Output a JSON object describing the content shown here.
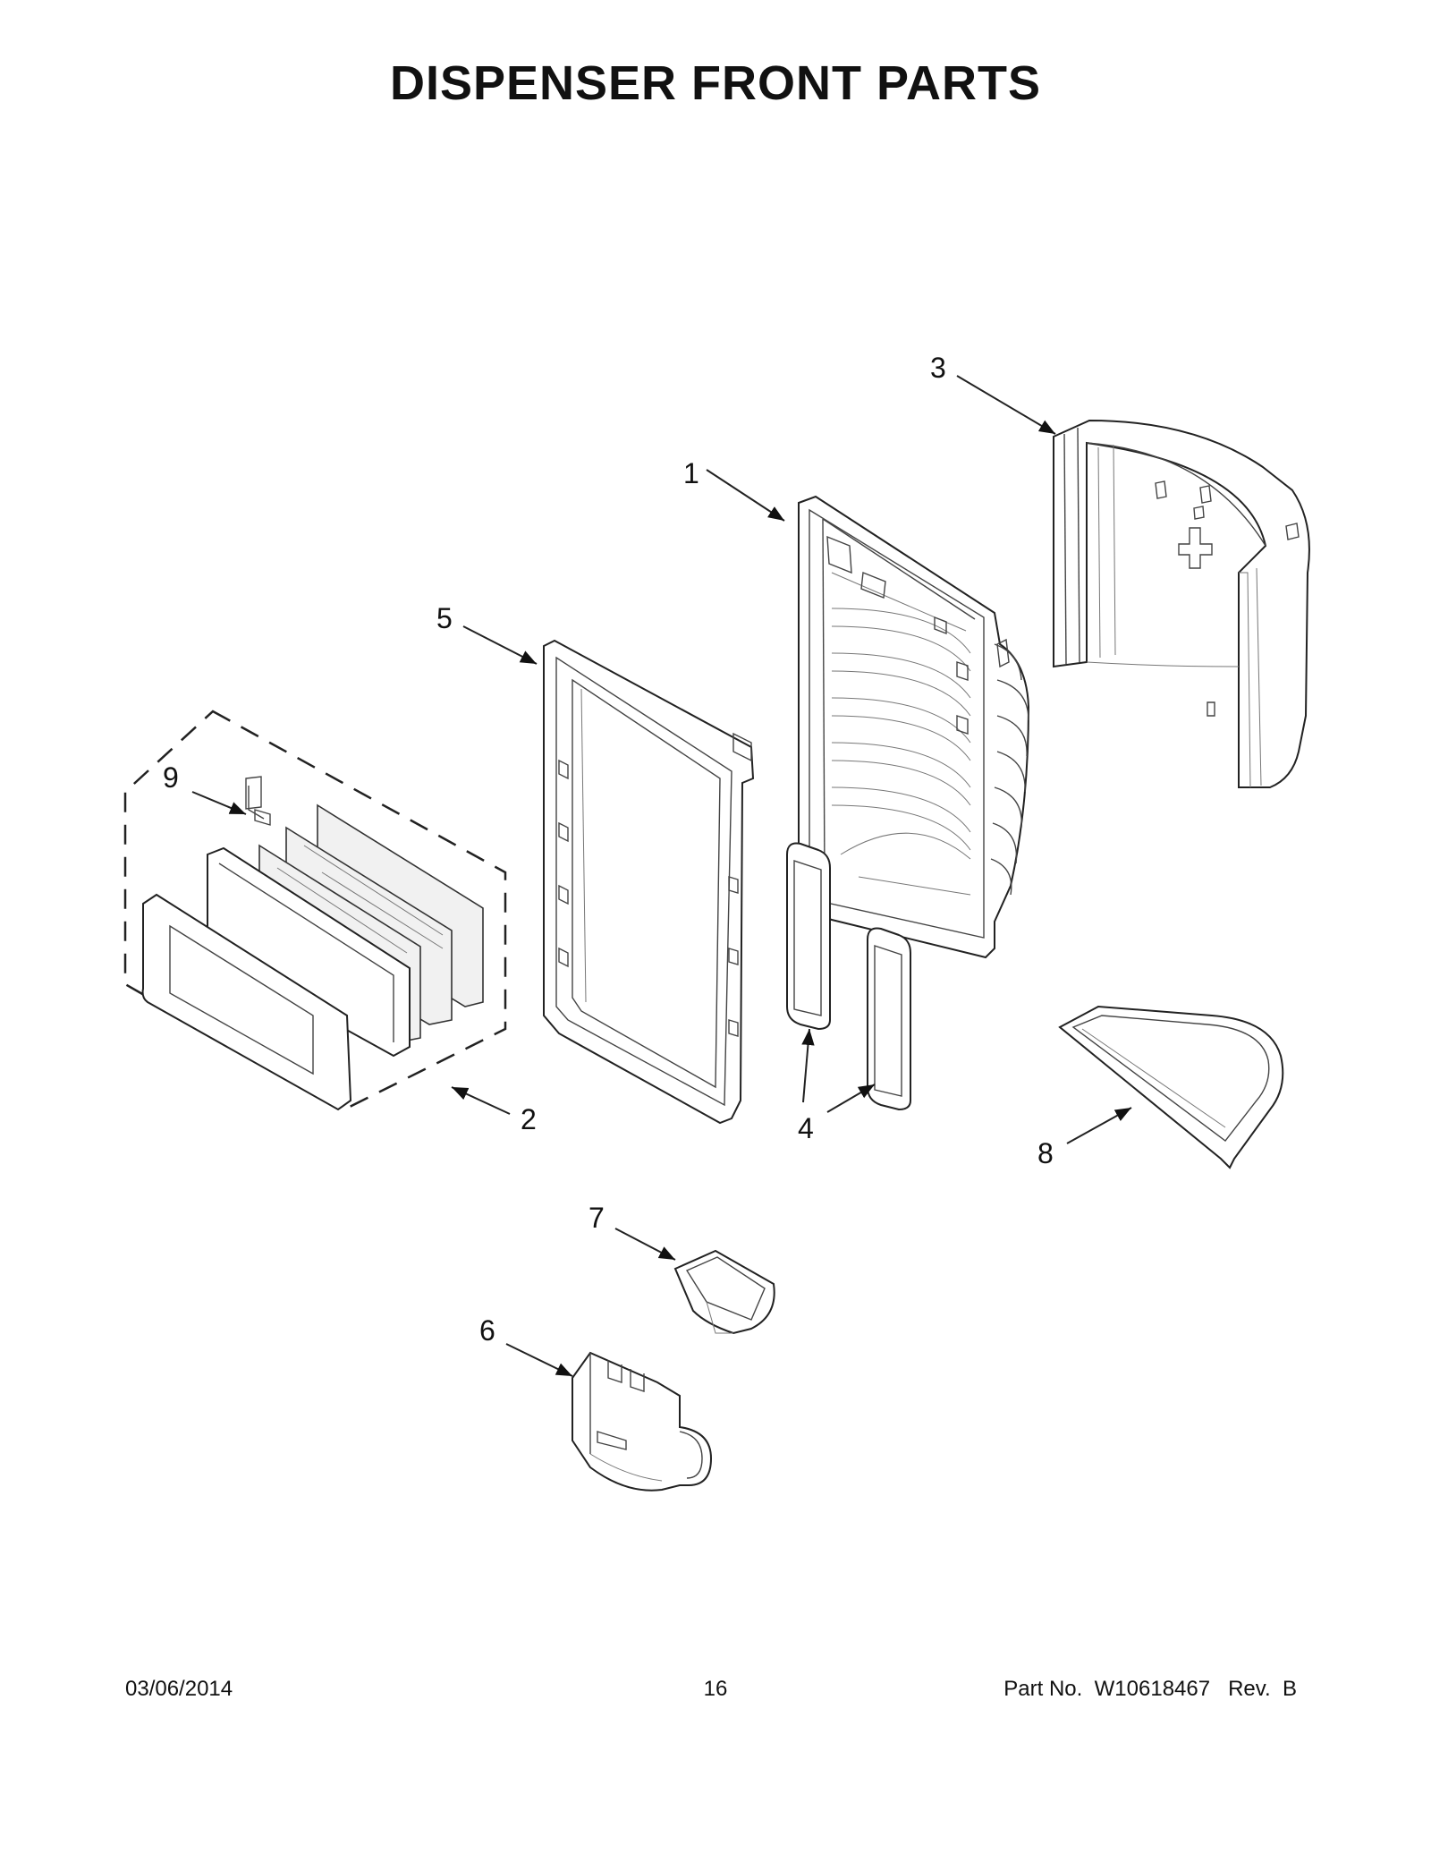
{
  "title": "DISPENSER FRONT PARTS",
  "callouts": {
    "c1": "1",
    "c2": "2",
    "c3": "3",
    "c4": "4",
    "c5": "5",
    "c6": "6",
    "c7": "7",
    "c8": "8",
    "c9": "9"
  },
  "footer": {
    "date": "03/06/2014",
    "page": "16",
    "part": "Part No.  W10618467   Rev.  B"
  }
}
